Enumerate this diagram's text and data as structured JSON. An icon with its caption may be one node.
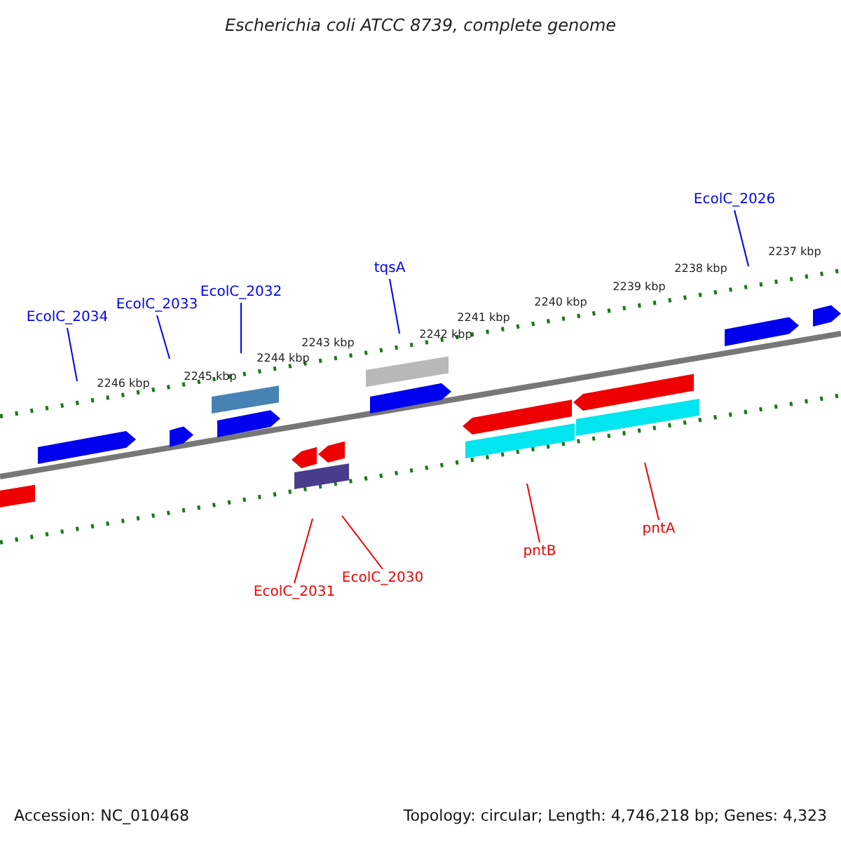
{
  "diagram": {
    "title": "Escherichia coli ATCC 8739, complete genome",
    "nodes": [
      {
        "text": [
          "EcolC_2026"
        ]
      },
      {
        "text": [
          "tqsA"
        ]
      },
      {
        "text": [
          "EcolC_2032"
        ]
      },
      {
        "text": [
          "EcolC_2033"
        ]
      },
      {
        "text": [
          "EcolC_2034"
        ]
      },
      {
        "text": [
          "pntA"
        ]
      },
      {
        "text": [
          "pntB"
        ]
      },
      {
        "text": [
          "EcolC_2030"
        ]
      },
      {
        "text": [
          "EcolC_2031"
        ]
      }
    ],
    "edges": [
      {
        "from": 0,
        "to": null,
        "arrow": "none"
      },
      {
        "from": 1,
        "to": null,
        "arrow": "none"
      },
      {
        "from": 2,
        "to": null,
        "arrow": "none"
      },
      {
        "from": 3,
        "to": null,
        "arrow": "none"
      },
      {
        "from": 4,
        "to": null,
        "arrow": "none"
      },
      {
        "from": 5,
        "to": null,
        "arrow": "none",
        "color": "#ee0000"
      },
      {
        "from": 6,
        "to": null,
        "arrow": "none",
        "color": "#ee0000"
      },
      {
        "from": 7,
        "to": null,
        "arrow": "none",
        "color": "#ee0000"
      },
      {
        "from": 8,
        "to": null,
        "arrow": "none",
        "color": "#ee0000"
      }
    ],
    "labels": [
      "2237 kbp",
      "2238 kbp",
      "2239 kbp",
      "2240 kbp",
      "2241 kbp",
      "2242 kbp",
      "2243 kbp",
      "2244 kbp",
      "2245 kbp",
      "2246 kbp",
      "Accession: NC_010468",
      "Topology: circular; Length: 4,746,218 bp; Genes: 4,323"
    ]
  }
}
